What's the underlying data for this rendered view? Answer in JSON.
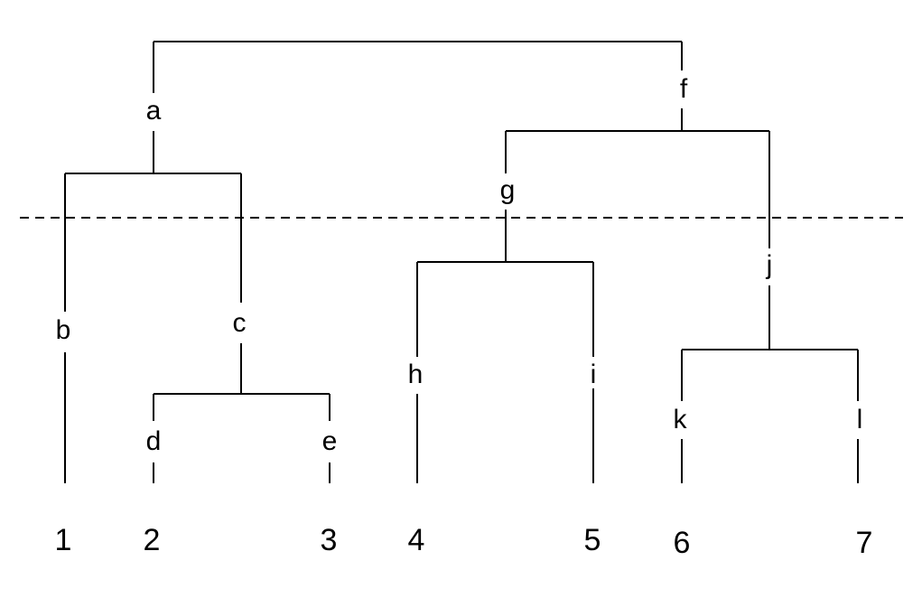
{
  "nodes": {
    "a": "a",
    "b": "b",
    "c": "c",
    "d": "d",
    "e": "e",
    "f": "f",
    "g": "g",
    "h": "h",
    "i": "i",
    "j": "j",
    "k": "k",
    "l": "l"
  },
  "leaves": [
    "1",
    "2",
    "3",
    "4",
    "5",
    "6",
    "7"
  ]
}
